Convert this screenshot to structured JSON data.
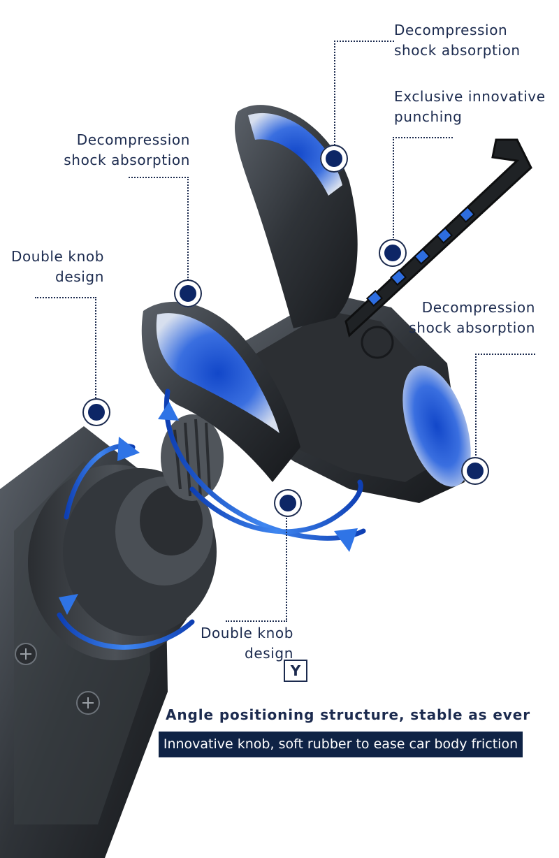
{
  "callouts": {
    "top_right_1": "Decompression\nshock absorption",
    "top_right_2": "Exclusive innovative\npunching",
    "left_1": "Decompression\nshock absorption",
    "left_2": "Double knob\ndesign",
    "right_mid": "Decompression\nshock absorption",
    "bottom_mid": "Double knob\ndesign"
  },
  "logo_glyph": "Y",
  "headline": "Angle positioning structure, stable as ever",
  "tagline": "Innovative knob, soft rubber to ease car body friction",
  "colors": {
    "navy": "#1b2a4e",
    "accent_blue": "#1d5fd6",
    "tagline_bg": "#0f2345"
  },
  "icons": [
    "callout-marker-icon",
    "rotation-arrow-icon",
    "screw-icon",
    "brand-logo-icon"
  ]
}
